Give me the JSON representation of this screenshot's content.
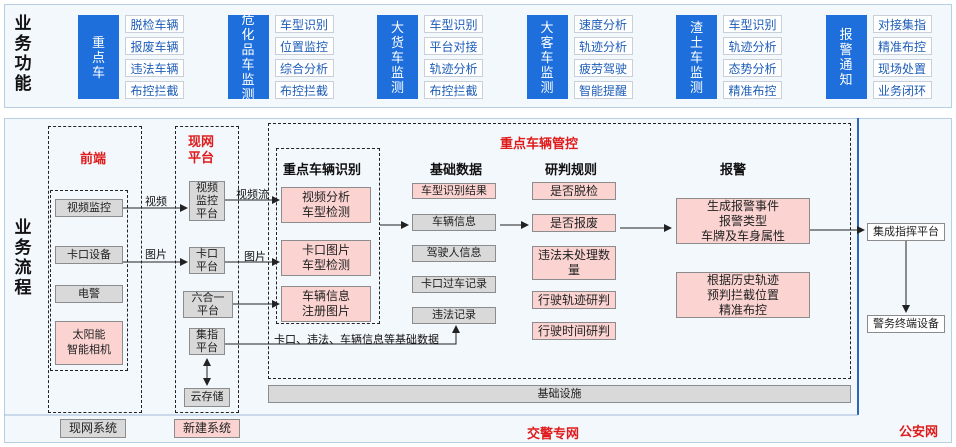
{
  "functions": {
    "section_label": "业务功能",
    "groups": [
      {
        "title": "重点车",
        "items": [
          "脱检车辆",
          "报废车辆",
          "违法车辆",
          "布控拦截"
        ]
      },
      {
        "title": "危化品车监测",
        "items": [
          "车型识别",
          "位置监控",
          "综合分析",
          "布控拦截"
        ]
      },
      {
        "title": "大货车监测",
        "items": [
          "车型识别",
          "平台对接",
          "轨迹分析",
          "布控拦截"
        ]
      },
      {
        "title": "大客车监测",
        "items": [
          "速度分析",
          "轨迹分析",
          "疲劳驾驶",
          "智能提醒"
        ]
      },
      {
        "title": "渣土车监测",
        "items": [
          "车型识别",
          "轨迹分析",
          "态势分析",
          "精准布控"
        ]
      },
      {
        "title": "报警通知",
        "items": [
          "对接集指",
          "精准布控",
          "现场处置",
          "业务闭环"
        ]
      }
    ]
  },
  "process": {
    "section_label": "业务流程",
    "frontend": {
      "title": "前端",
      "devices": [
        "视频监控",
        "卡口设备",
        "电警"
      ],
      "smart_camera": "太阳能\n智能相机"
    },
    "platform": {
      "title": "现网\n平台",
      "boxes": [
        "视频\n监控\n平台",
        "卡口\n平台",
        "六合一\n平台",
        "集指\n平台",
        "云存储"
      ]
    },
    "flow_labels": {
      "video": "视频",
      "image": "图片",
      "video_stream": "视频流",
      "image2": "图片",
      "base_data": "卡口、违法、车辆信息等基础数据"
    },
    "control": {
      "title": "重点车辆管控",
      "identify": {
        "title": "重点车辆识别",
        "boxes": [
          "视频分析\n车型检测",
          "卡口图片\n车型检测",
          "车辆信息\n注册图片"
        ]
      },
      "base_data": {
        "title": "基础数据",
        "boxes": [
          "车型识别结果",
          "车辆信息",
          "驾驶人信息",
          "卡口过车记录",
          "违法记录"
        ]
      },
      "rules": {
        "title": "研判规则",
        "boxes": [
          "是否脱检",
          "是否报废",
          "违法未处理数\n量",
          "行驶轨迹研判",
          "行驶时间研判"
        ]
      },
      "alarm": {
        "title": "报警",
        "boxes": [
          "生成报警事件\n报警类型\n车牌及车身属性",
          "根据历史轨迹\n预判拦截位置\n精准布控"
        ]
      }
    },
    "infrastructure": "基础设施",
    "public_security": {
      "command": "集成指挥平台",
      "terminal": "警务终端设备"
    }
  },
  "footer": {
    "legend_existing": "现网系统",
    "legend_new": "新建系统",
    "traffic_network": "交警专网",
    "public_network": "公安网"
  },
  "colors": {
    "accent_blue": "#1e6fdc",
    "pink": "#fbd4d2",
    "red": "#e01b1b",
    "gray": "#d9d9d9"
  }
}
